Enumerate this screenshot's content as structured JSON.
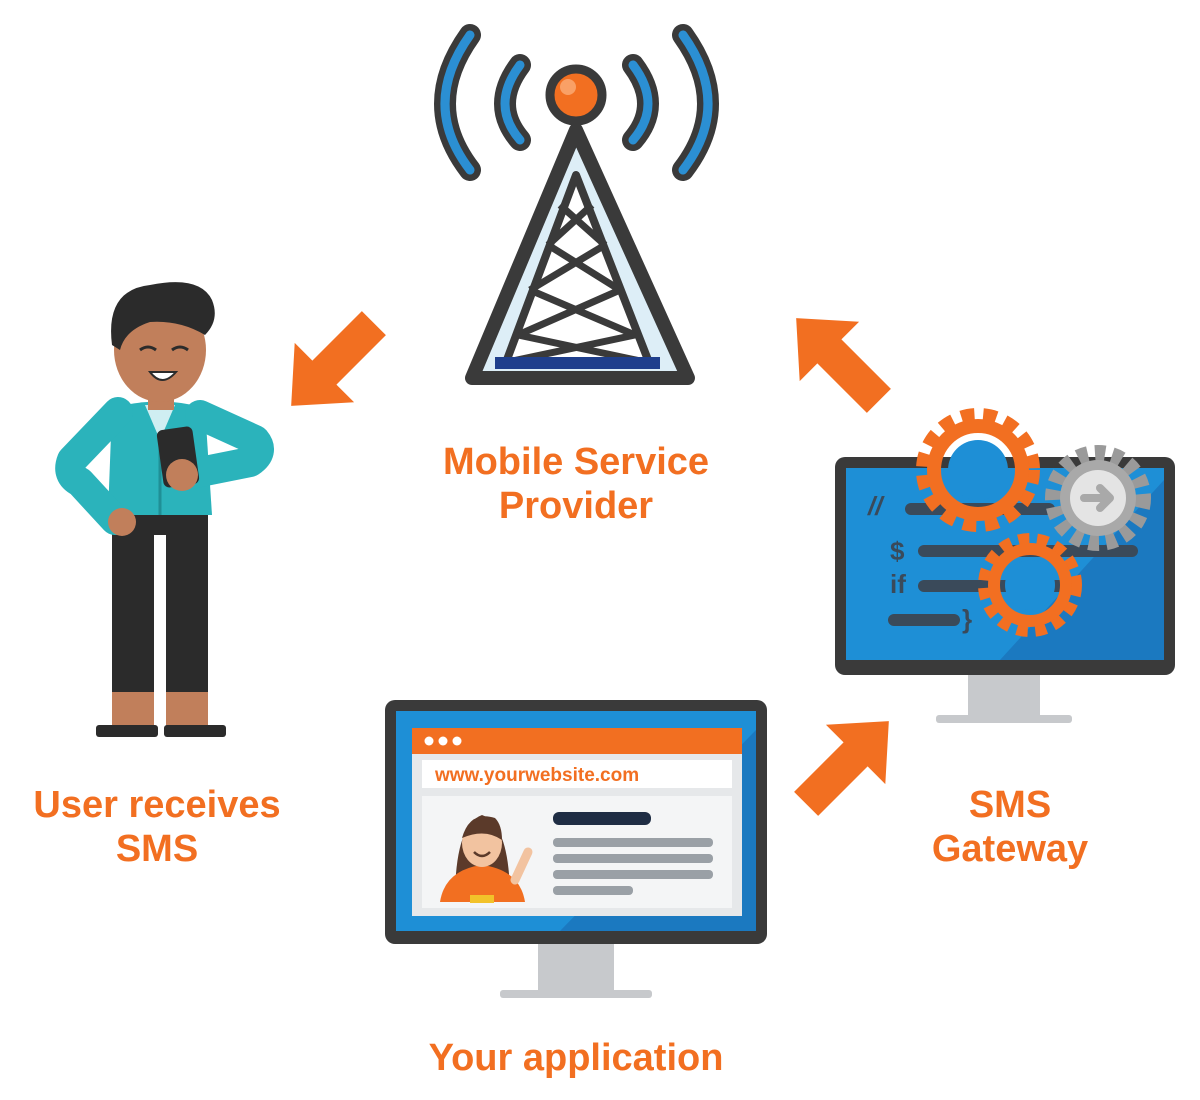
{
  "nodes": {
    "tower": {
      "line1": "Mobile Service",
      "line2": "Provider"
    },
    "user": {
      "line1": "User receives",
      "line2": "SMS"
    },
    "gateway": {
      "line1": "SMS",
      "line2": "Gateway",
      "code_symbols": [
        "//",
        "$",
        "if",
        "}"
      ]
    },
    "application": {
      "label": "Your application",
      "url": "www.yourwebsite.com"
    }
  },
  "colors": {
    "accent": "#f26f21",
    "dark_outline": "#3a3a3a",
    "screen_blue": "#1e8fd6",
    "tower_blue": "#2b8fd3",
    "shirt_teal": "#2bb3bb"
  },
  "flow": [
    "Your application",
    "SMS Gateway",
    "Mobile Service Provider",
    "User receives SMS"
  ]
}
